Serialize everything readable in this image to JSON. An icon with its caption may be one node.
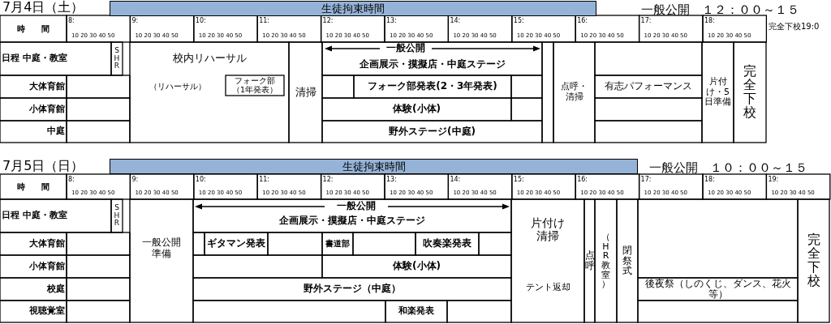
{
  "diagram": {
    "labels": [
      "7月4日（土）",
      "生徒拘束時間",
      "一般公開　１２：００～１５",
      "時　　間",
      "8:",
      "10 20 30 40 50",
      "9:",
      "10 20 30 40 50",
      "10:",
      "10 20 30 40 50",
      "11:",
      "10 20 30 40 50",
      "12:",
      "10 20 30 40 50",
      "13:",
      "10 20 30 40 50",
      "14:",
      "10 20 30 40 50",
      "15:",
      "10 20 30 40 50",
      "16:",
      "10 20 30 40 50",
      "17:",
      "10 20 30 40 50",
      "18:",
      "10 20 30 40 50",
      "完全下校19:0",
      "日程 中庭・教室",
      "SHR",
      "校内リハーサル",
      "一般公開",
      "企画展示・摸擬店・中庭ステージ",
      "点呼・清掃",
      "片付け・5日準備",
      "完全下校",
      "大体育館",
      "（リハーサル）",
      "フォーク部（1年発表）",
      "清掃",
      "フォーク部発表(2・3年発表)",
      "有志パフォーマンス",
      "小体育館",
      "体験(小体)",
      "中庭",
      "野外ステージ(中庭)",
      "7月5日（日）",
      "生徒拘束時間",
      "一般公開　１０：００～１５",
      "時　　間",
      "8:",
      "10 20 30 40 50",
      "9:",
      "10 20 30 40 50",
      "10:",
      "10 20 30 40 50",
      "11:",
      "10 20 30 40 50",
      "12:",
      "10 20 30 40 50",
      "13:",
      "10 20 30 40 50",
      "14:",
      "10 20 30 40 50",
      "15:",
      "10 20 30 40 50",
      "16:",
      "10 20 30 40 50",
      "17:",
      "10 20 30 40 50",
      "18:",
      "10 20 30 40 50",
      "19:",
      "10 20 30 40 50",
      "日程 中庭・教室",
      "SHR",
      "一般公開",
      "企画展示・摸擬店・中庭ステージ",
      "片付け清掃",
      "点呼",
      "（HR教室）",
      "閉祭式",
      "完全下校",
      "大体育館",
      "一般公開準備",
      "ギタマン発表",
      "書道部",
      "吹奏楽発表",
      "小体育館",
      "体験(小体)",
      "校庭",
      "野外ステージ（中庭）",
      "テント返却",
      "後夜祭（しのくじ、ダンス、花火等）",
      "視聴覚室",
      "和楽発表"
    ]
  }
}
